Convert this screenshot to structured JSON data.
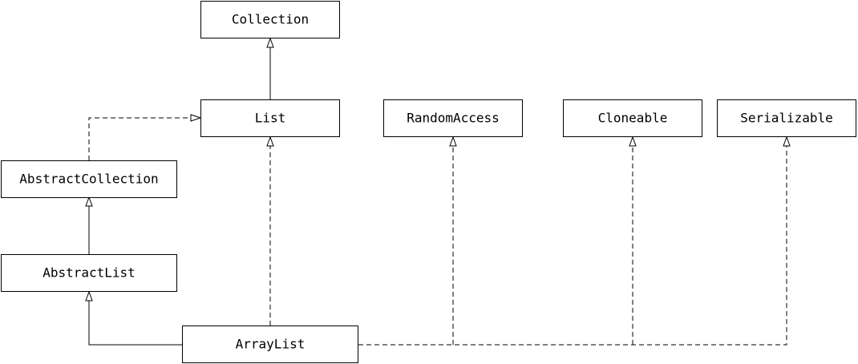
{
  "nodes": {
    "collection": "Collection",
    "list": "List",
    "random_access": "RandomAccess",
    "cloneable": "Cloneable",
    "serializable": "Serializable",
    "abstract_collection": "AbstractCollection",
    "abstract_list": "AbstractList",
    "array_list": "ArrayList"
  },
  "relationships": [
    {
      "from": "List",
      "to": "Collection",
      "kind": "extends"
    },
    {
      "from": "AbstractCollection",
      "to": "List",
      "kind": "implements"
    },
    {
      "from": "AbstractList",
      "to": "AbstractCollection",
      "kind": "extends"
    },
    {
      "from": "ArrayList",
      "to": "AbstractList",
      "kind": "extends"
    },
    {
      "from": "ArrayList",
      "to": "List",
      "kind": "implements"
    },
    {
      "from": "ArrayList",
      "to": "RandomAccess",
      "kind": "implements"
    },
    {
      "from": "ArrayList",
      "to": "Cloneable",
      "kind": "implements"
    },
    {
      "from": "ArrayList",
      "to": "Serializable",
      "kind": "implements"
    }
  ]
}
